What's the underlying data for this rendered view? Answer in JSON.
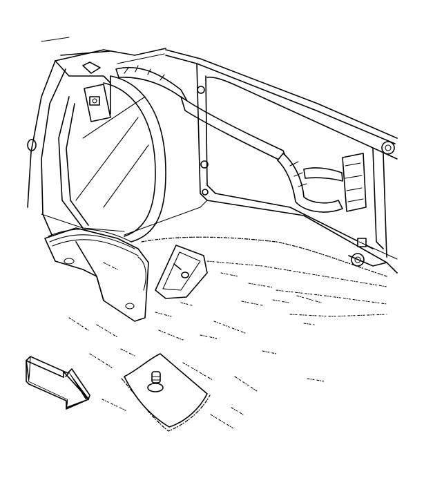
{
  "figure": {
    "description_label": "",
    "arrow_icon": "view-direction-arrow",
    "fastener_icon": "bolt",
    "harness_icon": "wiring-harness"
  }
}
